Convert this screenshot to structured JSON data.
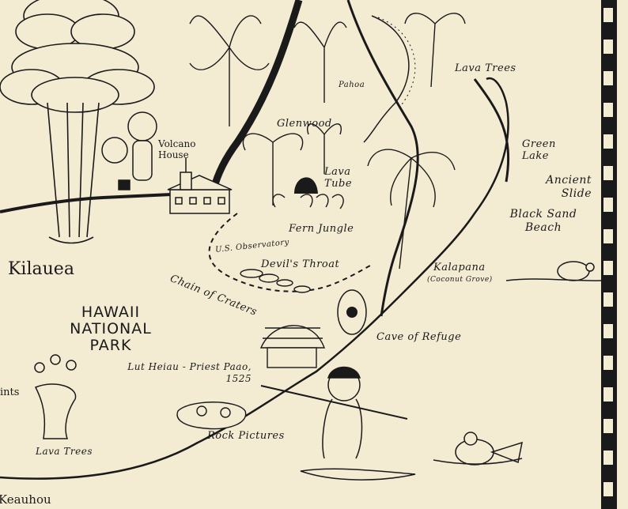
{
  "map": {
    "style": "hand-drawn pictorial map",
    "colors": {
      "paper": "#f4ebd3",
      "ink": "#1a1a1a",
      "border_light": "#f4ebd3"
    },
    "labels": {
      "kilauea": "Kilauea",
      "volcano_house": "Volcano House",
      "glenwood": "Glenwood",
      "lava_tube": "Lava Tube",
      "fern_jungle": "Fern Jungle",
      "us_observatory": "U.S. Observatory",
      "devils_throat": "Devil's Throat",
      "chain_of_craters": "Chain of Craters",
      "hawaii_national_park": "HAWAII NATIONAL PARK",
      "kalapana": "Kalapana",
      "coconut_grove": "(Coconut Grove)",
      "cave_of_refuge": "Cave of Refuge",
      "lava_trees_top": "Lava Trees",
      "lava_trees_bottom": "Lava Trees",
      "green_lake": "Green Lake",
      "ancient_slide": "Ancient Slide",
      "black_sand_beach": "Black Sand Beach",
      "heiau": "Lut Heiau - Priest Paao, 1525",
      "rock_pictures": "Rock Pictures",
      "pahoa": "Pahoa",
      "keauhou": "Keauhou",
      "points": "ints"
    },
    "icons": [
      "eruption-cloud-icon",
      "volcano-house-icon",
      "tourist-figure-icon",
      "fern-tree-icon",
      "palm-tree-icon",
      "hut-icon",
      "spear-fisherman-icon",
      "fish-icon",
      "turtle-icon",
      "lava-tree-icon",
      "rock-pictures-icon",
      "cave-icon"
    ]
  }
}
